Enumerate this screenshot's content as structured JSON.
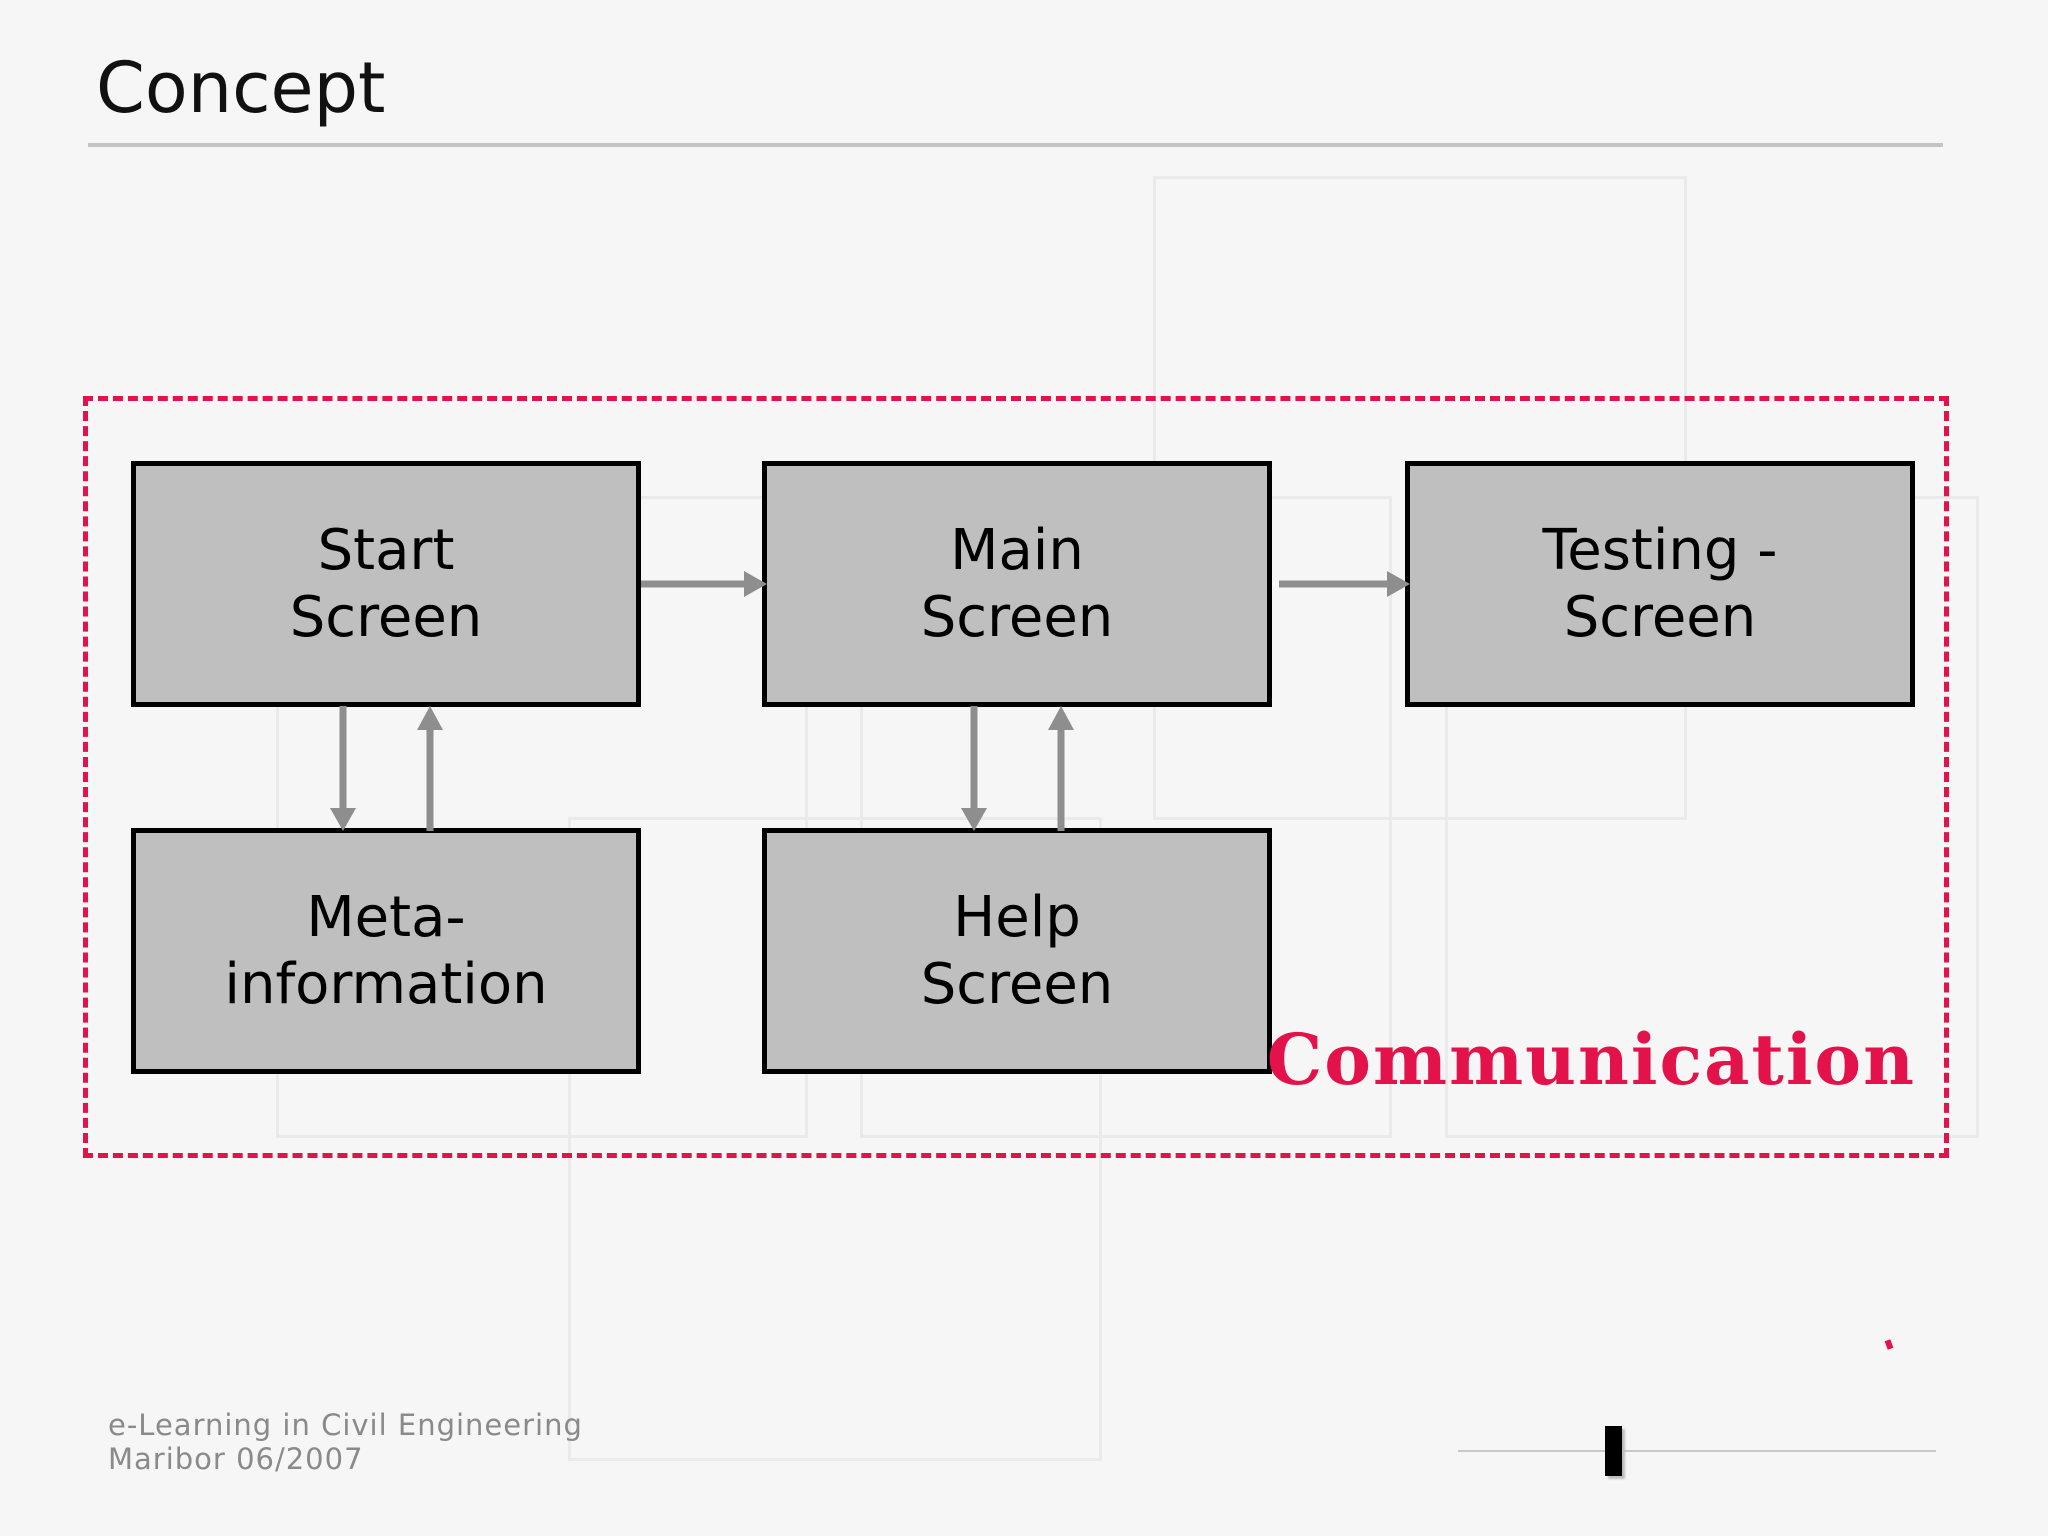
{
  "title": "Concept",
  "nodes": {
    "start": "Start\nScreen",
    "main": "Main\nScreen",
    "testing": "Testing -\nScreen",
    "meta": "Meta-\ninformation",
    "help": "Help\nScreen"
  },
  "group_label": "Communication",
  "footer": {
    "line1": "e-Learning in Civil Engineering",
    "line2": "Maribor 06/2007"
  },
  "colors": {
    "accent": "#e3124a",
    "node_fill": "#c0bfc0",
    "arrow": "#8e8e8e"
  }
}
